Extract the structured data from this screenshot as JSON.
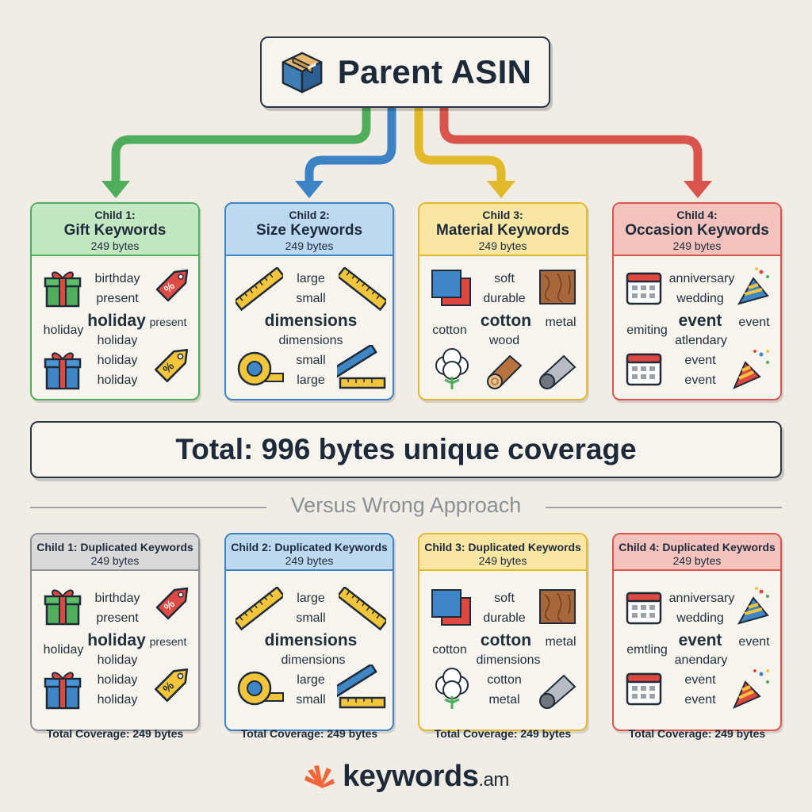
{
  "parent": {
    "title": "Parent ASIN",
    "icon": "box-icon"
  },
  "children": [
    {
      "id": "gift",
      "line1": "Child 1:",
      "line2": "Gift Keywords",
      "bytes": "249 bytes",
      "border": "#4fae5b",
      "header_bg": "#c3e7c0",
      "keywords": [
        "birthday",
        "present",
        "holiday",
        "holiday",
        "present",
        "holiday",
        "holiday",
        "holiday"
      ]
    },
    {
      "id": "size",
      "line1": "Child 2:",
      "line2": "Size Keywords",
      "bytes": "249 bytes",
      "border": "#3b83c4",
      "header_bg": "#bcd9ef",
      "keywords": [
        "large",
        "small",
        "dimensions",
        "dimensions",
        "small",
        "large"
      ]
    },
    {
      "id": "material",
      "line1": "Child 3:",
      "line2": "Material Keywords",
      "bytes": "249 bytes",
      "border": "#e2b92a",
      "header_bg": "#f8e6a2",
      "keywords": [
        "soft",
        "durable",
        "cotton",
        "cotton",
        "metal",
        "wood"
      ]
    },
    {
      "id": "occasion",
      "line1": "Child 4:",
      "line2": "Occasion Keywords",
      "bytes": "249 bytes",
      "border": "#d9544c",
      "header_bg": "#f4c2bd",
      "keywords": [
        "anniversary",
        "wedding",
        "emiting",
        "event",
        "event",
        "atlendary",
        "event",
        "event"
      ]
    }
  ],
  "total": {
    "text": "Total: 996 bytes unique coverage"
  },
  "versus": {
    "text": "Versus Wrong Approach"
  },
  "wrong": [
    {
      "id": "dup1",
      "header": "Child 1: Duplicated Keywords",
      "bytes": "249 bytes",
      "border": "#8d9196",
      "header_bg": "#d9d9d9",
      "keywords": [
        "birthday",
        "present",
        "holiday",
        "holiday",
        "present",
        "holiday",
        "holiday",
        "holiday"
      ],
      "coverage": "Total Coverage: 249 bytes"
    },
    {
      "id": "dup2",
      "header": "Child 2: Duplicated Keywords",
      "bytes": "249 bytes",
      "border": "#3b83c4",
      "header_bg": "#bcd9ef",
      "keywords": [
        "large",
        "small",
        "dimensions",
        "dimensions",
        "large",
        "small"
      ],
      "coverage": "Total Coverage: 249 bytes"
    },
    {
      "id": "dup3",
      "header": "Child 3: Duplicated Keywords",
      "bytes": "249 bytes",
      "border": "#e2b92a",
      "header_bg": "#f8e6a2",
      "keywords": [
        "soft",
        "durable",
        "cotton",
        "cotton",
        "metal",
        "dimensions",
        "cotton",
        "metal"
      ],
      "coverage": "Total Coverage: 249 bytes"
    },
    {
      "id": "dup4",
      "header": "Child 4: Duplicated Keywords",
      "bytes": "249 bytes",
      "border": "#d9544c",
      "header_bg": "#f4c2bd",
      "keywords": [
        "anniversary",
        "wedding",
        "emtling",
        "event",
        "event",
        "anendary",
        "event",
        "event"
      ],
      "coverage": "Total Coverage: 249 bytes"
    }
  ],
  "brand": {
    "name": "keywords",
    "suffix": ".am",
    "accent": "#f0663a"
  },
  "arrows": {
    "colors": [
      "#4fae5b",
      "#3b83c4",
      "#e2b92a",
      "#d9544c"
    ]
  }
}
